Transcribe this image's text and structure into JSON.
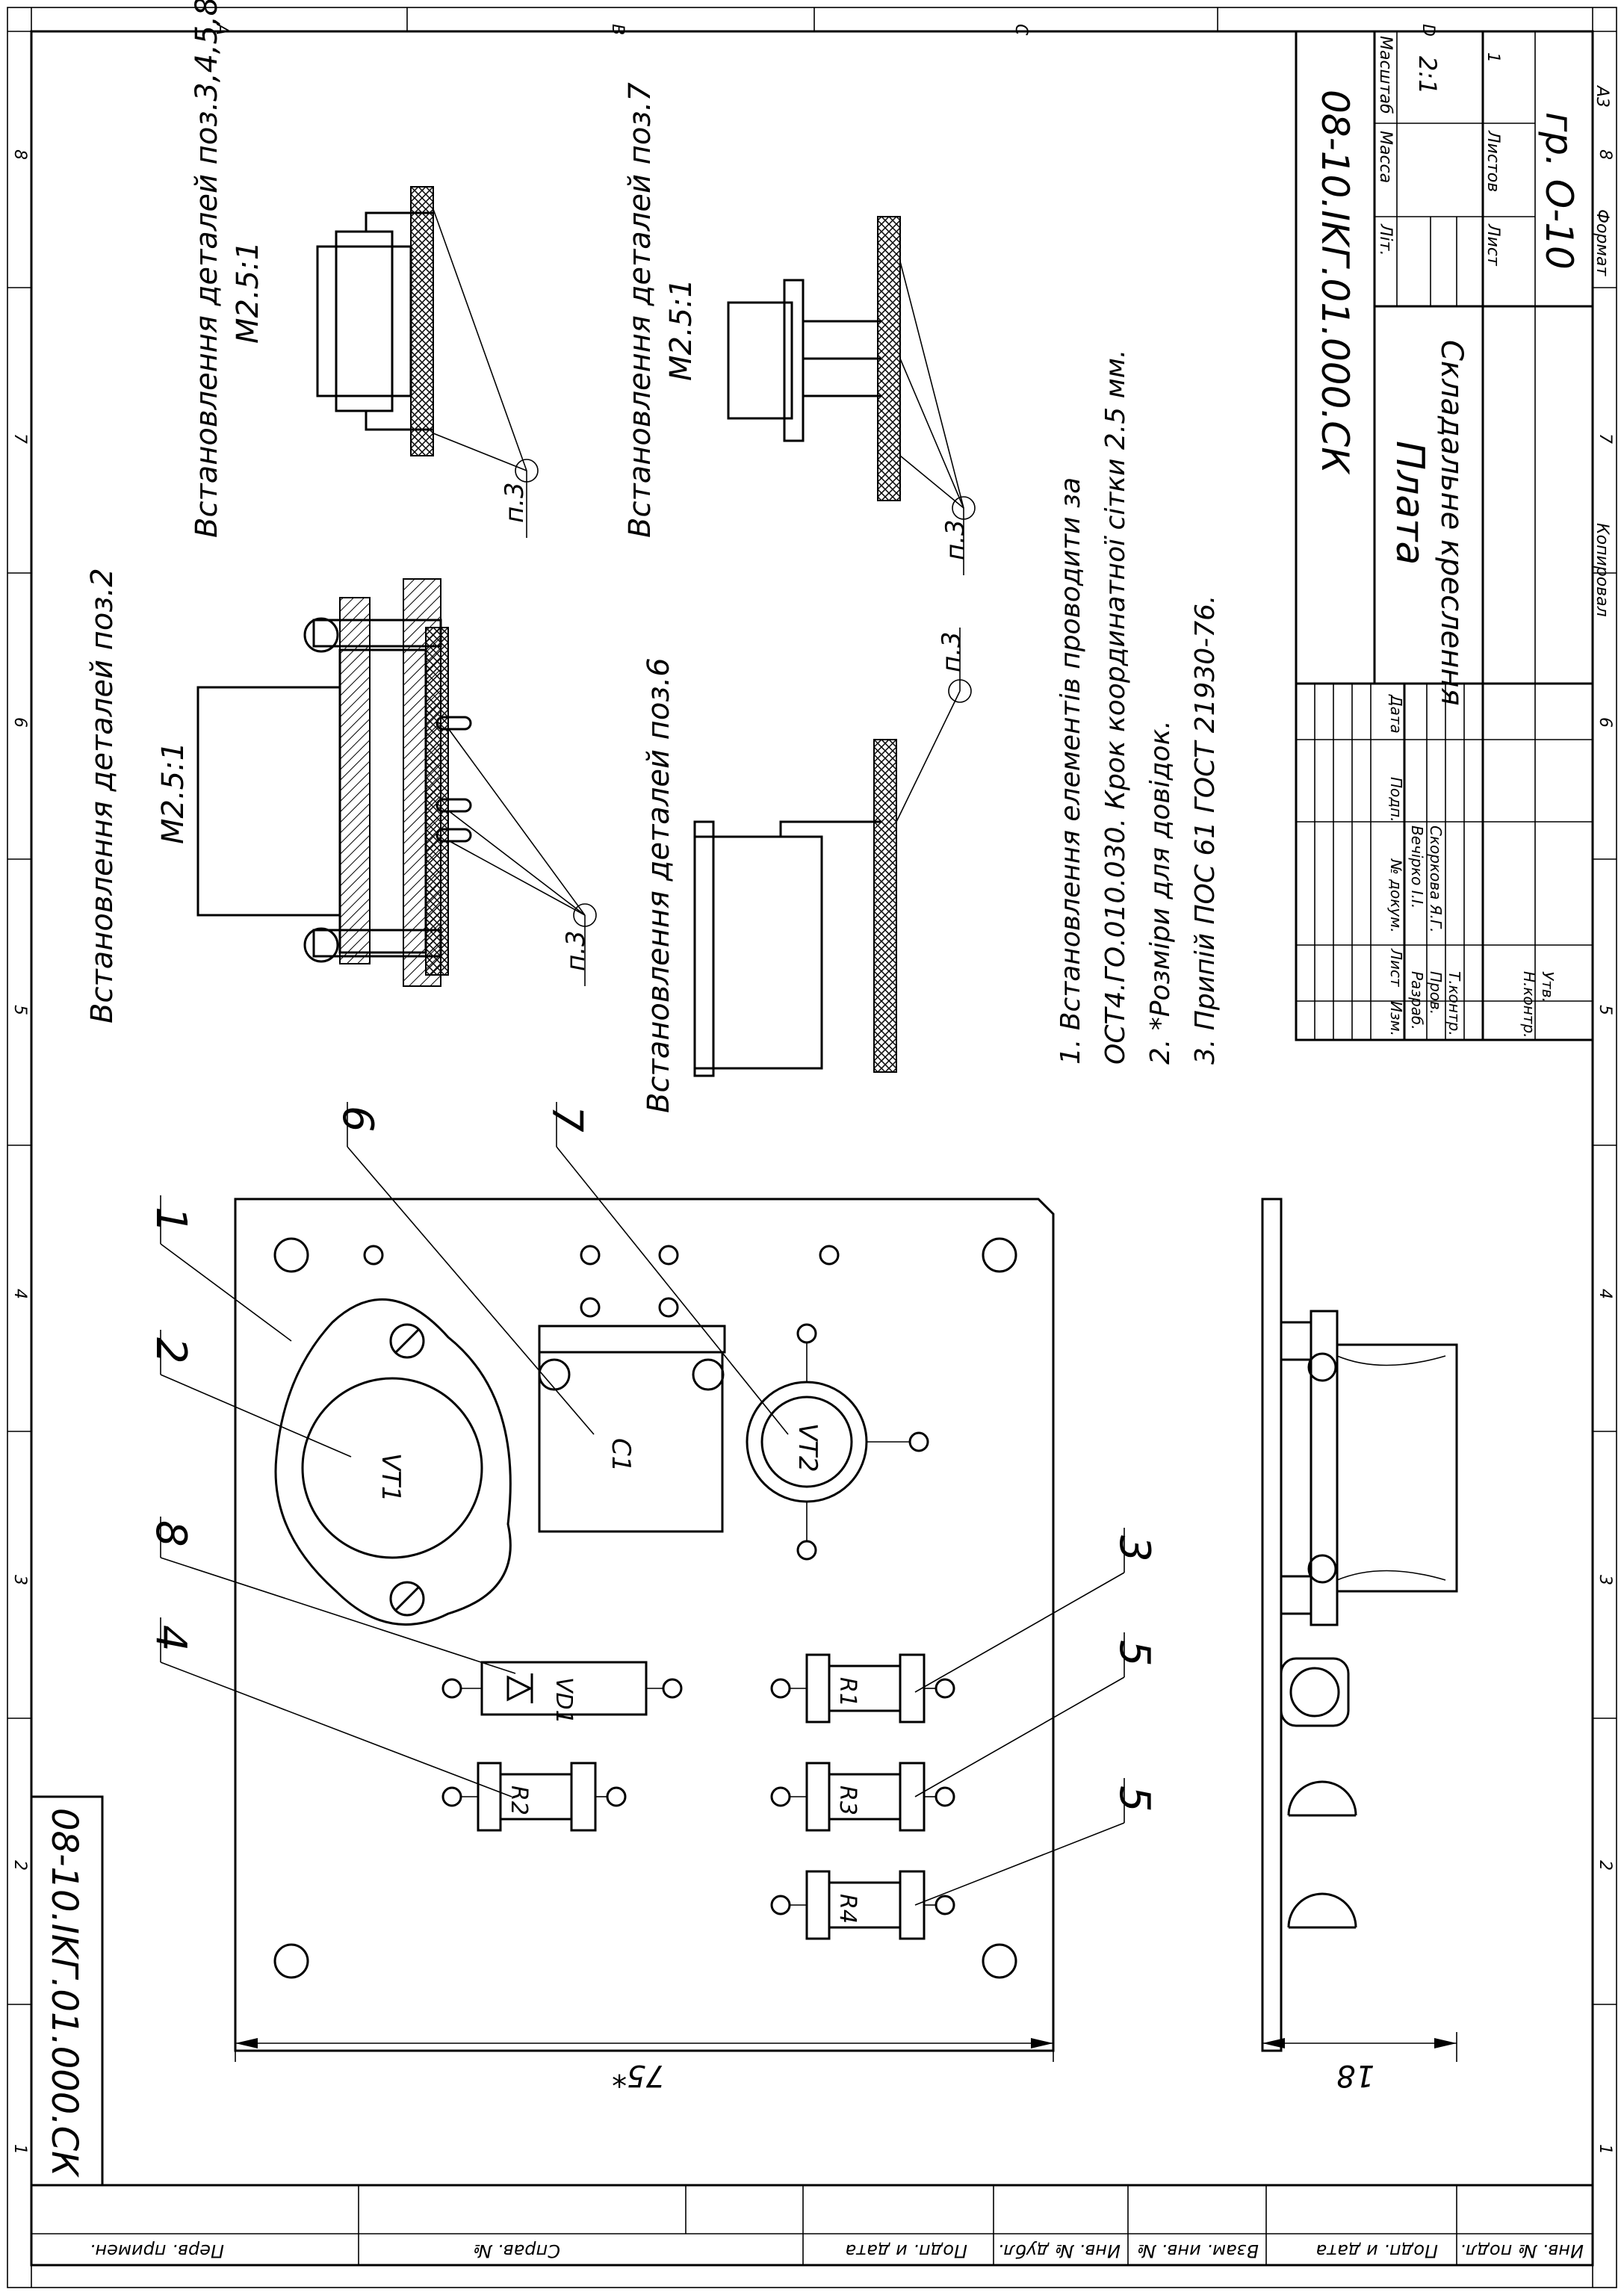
{
  "sheet": {
    "zones": [
      "A",
      "B",
      "C",
      "D"
    ],
    "rows": [
      "8",
      "7",
      "6",
      "5",
      "4",
      "3",
      "2",
      "1"
    ]
  },
  "title_block": {
    "code": "08-10.IKГ.01.000.СК",
    "name": "Плата",
    "doc_type": "Складальне креслення",
    "col_lit": "Літ.",
    "col_mass": "Масса",
    "col_scale": "Масштаб",
    "scale": "2:1",
    "sheet_label": "Лист",
    "sheets_label": "Листов",
    "sheets": "1",
    "group": "гр. О-10",
    "format_label": "Формат",
    "format": "А3",
    "copied": "Копирoвал",
    "rows": [
      {
        "role": "Изм.",
        "c2": "Лист",
        "c3": "№ докум.",
        "c4": "Подп.",
        "c5": "Дата"
      },
      {
        "role": "Разраб.",
        "c2": "",
        "c3": "Вечірко І.І.",
        "c4": "",
        "c5": ""
      },
      {
        "role": "Пров.",
        "c2": "",
        "c3": "Скоркова Я.Г.",
        "c4": "",
        "c5": ""
      },
      {
        "role": "Т.контр.",
        "c2": "",
        "c3": "",
        "c4": "",
        "c5": ""
      },
      {
        "role": "",
        "c2": "",
        "c3": "",
        "c4": "",
        "c5": ""
      },
      {
        "role": "Н.контр.",
        "c2": "",
        "c3": "",
        "c4": "",
        "c5": ""
      },
      {
        "role": "Утв.",
        "c2": "",
        "c3": "",
        "c4": "",
        "c5": ""
      }
    ]
  },
  "side_stamp": {
    "code": "08-10.IKГ.01.000.СК",
    "cells": [
      "Перв. примен.",
      "Справ. №",
      "Подп. и дата",
      "Инв. № дубл.",
      "Взам. инв. №",
      "Подп. и дата",
      "Инв. № подл."
    ]
  },
  "views": {
    "pos2_title": "Встановлення деталей поз.2",
    "pos2_scale": "М2.5:1",
    "pos3458_title": "Встановлення деталей поз.3,4,5,8",
    "pos3458_scale": "М2.5:1",
    "pos7_title": "Встановлення деталей поз.7",
    "pos7_scale": "М2.5:1",
    "pos6_title": "Встановлення деталей поз.6",
    "solder_ref": "п.3"
  },
  "notes": [
    "1. Встановлення елементів проводити за",
    "ОСТ4.ГО.010.030. Крок координатної сітки 2.5 мм.",
    "2. *Розміри для довідок.",
    "3. Припій ПОС 61 ГОСТ 21930-76."
  ],
  "components": {
    "vt1": "VT1",
    "vt2": "VT2",
    "c1": "C1",
    "vd1": "VD1",
    "r1": "R1",
    "r2": "R2",
    "r3": "R3",
    "r4": "R4"
  },
  "callouts": [
    "1",
    "2",
    "8",
    "4",
    "6",
    "7",
    "3",
    "5",
    "5"
  ],
  "dimensions": {
    "width": "75*",
    "height": "18"
  }
}
